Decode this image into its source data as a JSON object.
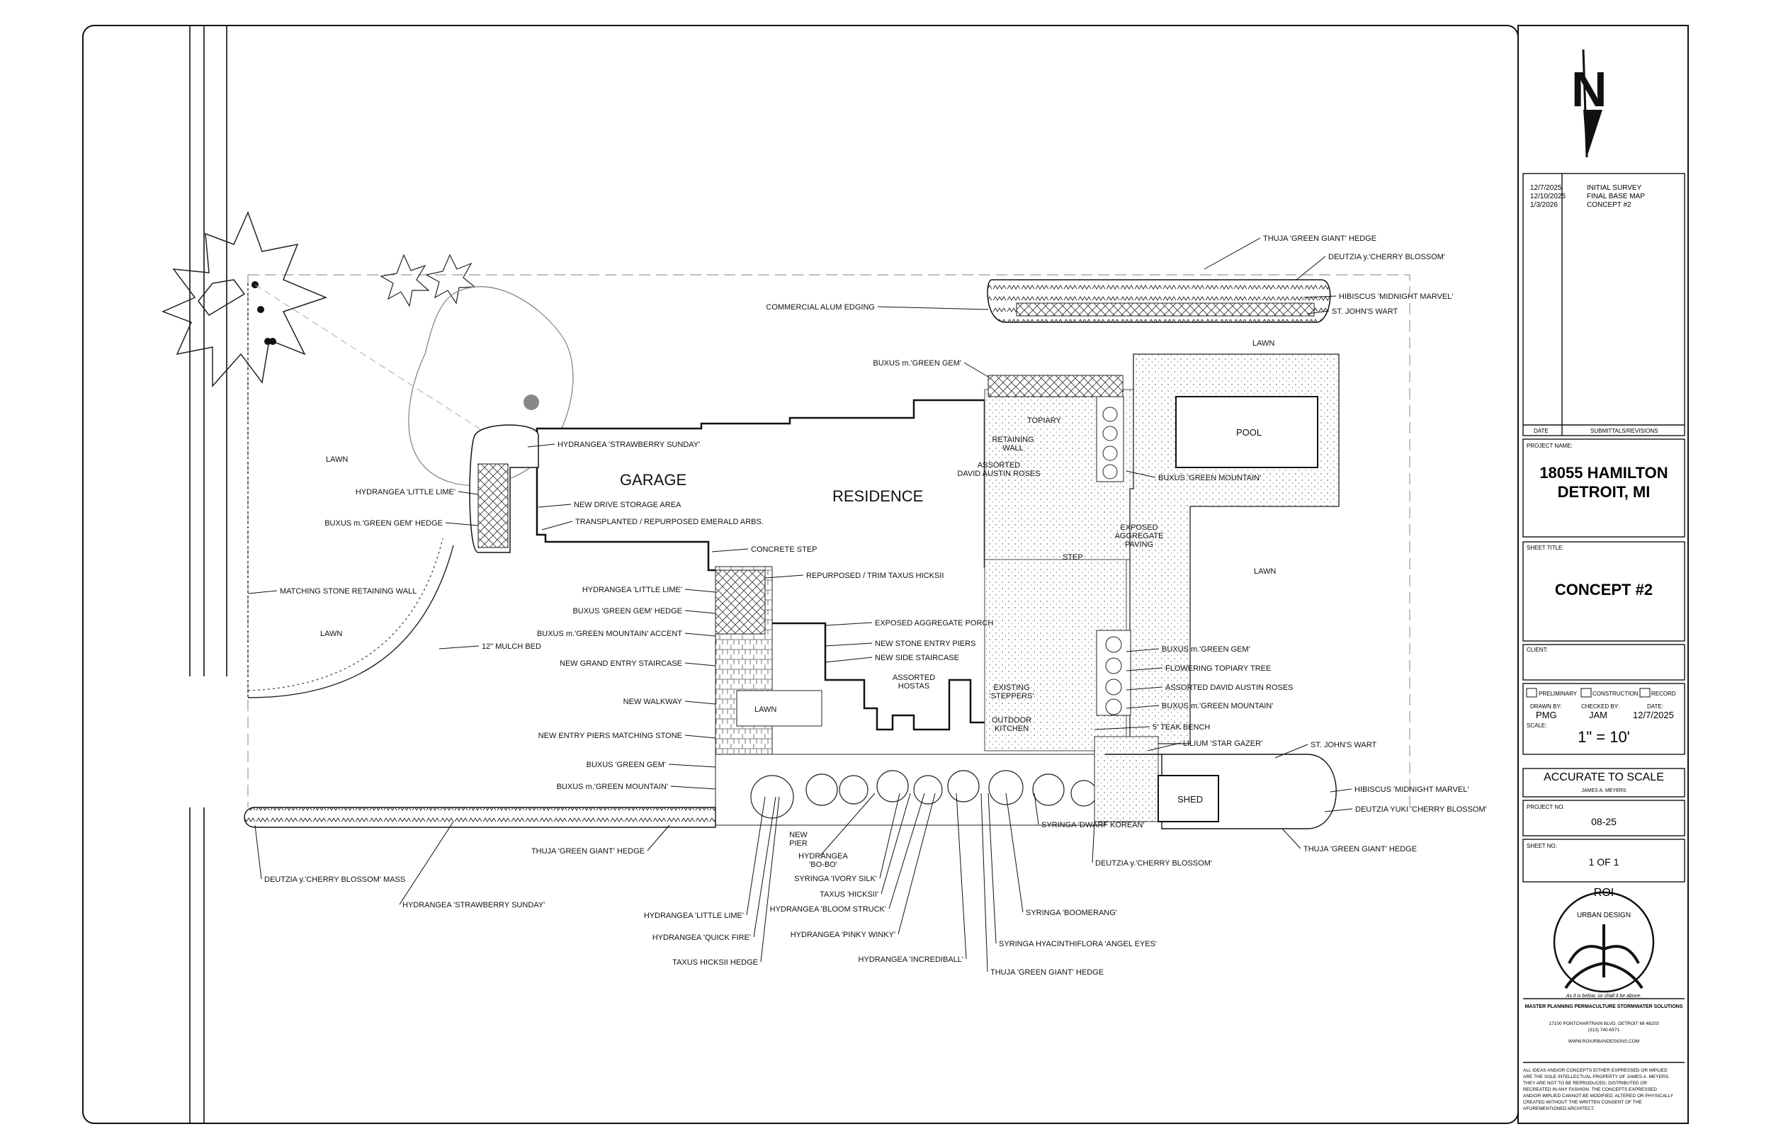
{
  "title_block": {
    "north": "N",
    "revisions": [
      {
        "date": "12/7/2025",
        "desc": "INITIAL SURVEY"
      },
      {
        "date": "12/10/2025",
        "desc": "FINAL BASE MAP"
      },
      {
        "date": "1/3/2026",
        "desc": "CONCEPT #2"
      }
    ],
    "date_header": "DATE",
    "submittals_header": "SUBMITTALS/REVISIONS",
    "project_name_label": "PROJECT NAME:",
    "project_name_line1": "18055 HAMILTON",
    "project_name_line2": "DETROIT, MI",
    "sheet_title_label": "SHEET TITLE:",
    "sheet_title": "CONCEPT #2",
    "client_label": "CLIENT:",
    "checkbox_preliminary": "PRELIMINARY",
    "checkbox_construction": "CONSTRUCTION",
    "checkbox_record": "RECORD",
    "drawn_by_label": "DRAWN BY:",
    "drawn_by": "PMG",
    "checked_by_label": "CHECKED BY:",
    "checked_by": "JAM",
    "date_label": "DATE:",
    "date": "12/7/2025",
    "scale_label": "SCALE:",
    "scale": "1\" = 10'",
    "accurate": "ACCURATE TO SCALE",
    "signer": "JAMES A. MEYERS",
    "project_no_label": "PROJECT NO.",
    "project_no": "08-25",
    "sheet_no_label": "SHEET NO.",
    "sheet_no": "1 OF 1",
    "logo_top": "ROI",
    "logo_sub": "URBAN DESIGN",
    "logo_motto": "As it is below, so shall it be above.",
    "company_tagline": "MASTER PLANNING  PERMACULTURE  STORMWATER SOLUTIONS",
    "address": "17100 PONTCHARTRAIN BLVD.  DETROIT MI 48203",
    "phone": "(313)  740-6571",
    "website": "WWW.ROIURBANDESIGNS.COM",
    "disclaimer": [
      "ALL IDEAS AND/OR CONCEPTS EITHER EXPRESSED OR IMPLIED",
      "ARE THE SOLE INTELLECTUAL PROPERTY OF JAMES A. MEYERS.",
      "THEY ARE NOT TO BE REPRODUCED, DISTRIBUTED OR",
      "RECREATED IN ANY FASHION. THE CONCEPTS EXPRESSED",
      "AND/OR IMPLIED CANNOT BE MODIFIED, ALTERED OR PHYSICALLY",
      "CREATED WITHOUT THE WRITTEN CONSENT OF THE",
      "AFOREMENTIONED ARCHITECT."
    ]
  },
  "plan": {
    "area_labels": {
      "garage": "GARAGE",
      "residence": "RESIDENCE",
      "pool": "POOL",
      "shed": "SHED",
      "lawn_nw": "LAWN",
      "lawn_w": "LAWN",
      "lawn_e": "LAWN",
      "lawn_n": "LAWN",
      "lawn_walk": "LAWN",
      "topiary": "TOPIARY",
      "retaining_wall": "RETAINING\nWALL",
      "assorted_roses": "ASSORTED\nDAVID AUSTIN ROSES",
      "exposed_paving": "EXPOSED\nAGGREGATE\nPAVING",
      "step": "STEP",
      "assorted_hostas": "ASSORTED\nHOSTAS",
      "existing_steppers": "EXISTING\n'STEPPERS'",
      "outdoor_kitchen": "OUTDOOR\nKITCHEN",
      "new_pier": "NEW\nPIER"
    },
    "callouts": [
      "THUJA 'GREEN GIANT' HEDGE",
      "DEUTZIA y.'CHERRY BLOSSOM'",
      "HIBISCUS 'MIDNIGHT MARVEL'",
      "ST. JOHN'S WART",
      "COMMERCIAL ALUM EDGING",
      "BUXUS m.'GREEN GEM'",
      "HYDRANGEA 'STRAWBERRY SUNDAY'",
      "HYDRANGEA 'LITTLE LIME'",
      "NEW DRIVE STORAGE AREA",
      "BUXUS m.'GREEN GEM' HEDGE",
      "TRANSPLANTED / REPURPOSED EMERALD ARBS.",
      "CONCRETE STEP",
      "BUXUS 'GREEN MOUNTAIN'",
      "REPURPOSED / TRIM TAXUS HICKSII",
      "HYDRANGEA 'LITTLE LIME'",
      "BUXUS 'GREEN GEM' HEDGE",
      "EXPOSED AGGREGATE PORCH",
      "BUXUS m.'GREEN MOUNTAIN' ACCENT",
      "NEW STONE ENTRY PIERS",
      "MATCHING STONE RETAINING WALL",
      "NEW SIDE STAIRCASE",
      "12\" MULCH BED",
      "NEW GRAND ENTRY STAIRCASE",
      "BUXUS m.'GREEN GEM'",
      "FLOWERING TOPIARY TREE",
      "ASSORTED DAVID AUSTIN ROSES",
      "NEW WALKWAY",
      "BUXUS m.'GREEN MOUNTAIN'",
      "5' TEAK BENCH",
      "NEW ENTRY PIERS MATCHING STONE",
      "LILIUM 'STAR GAZER'",
      "ST. JOHN'S WART",
      "BUXUS 'GREEN GEM'",
      "HIBISCUS 'MIDNIGHT MARVEL'",
      "BUXUS m.'GREEN MOUNTAIN'",
      "DEUTZIA YUKI 'CHERRY BLOSSOM'",
      "THUJA 'GREEN GIANT' HEDGE",
      "THUJA 'GREEN GIANT' HEDGE",
      "DEUTZIA y.'CHERRY BLOSSOM'",
      "HYDRANGEA\n'BO-BO'",
      "SYRINGA 'DWARF KOREAN'",
      "DEUTZIA y.'CHERRY BLOSSOM' MASS",
      "SYRINGA 'IVORY SILK'",
      "TAXUS 'HICKSII'",
      "HYDRANGEA 'STRAWBERRY SUNDAY'",
      "HYDRANGEA 'BLOOM STRUCK'",
      "SYRINGA 'BOOMERANG'",
      "HYDRANGEA 'LITTLE LIME'",
      "HYDRANGEA 'PINKY WINKY'",
      "HYDRANGEA 'QUICK FIRE'",
      "SYRINGA HYACINTHIFLORA 'ANGEL EYES'",
      "TAXUS HICKSII HEDGE",
      "HYDRANGEA 'INCREDIBALL'",
      "THUJA 'GREEN GIANT' HEDGE"
    ]
  }
}
